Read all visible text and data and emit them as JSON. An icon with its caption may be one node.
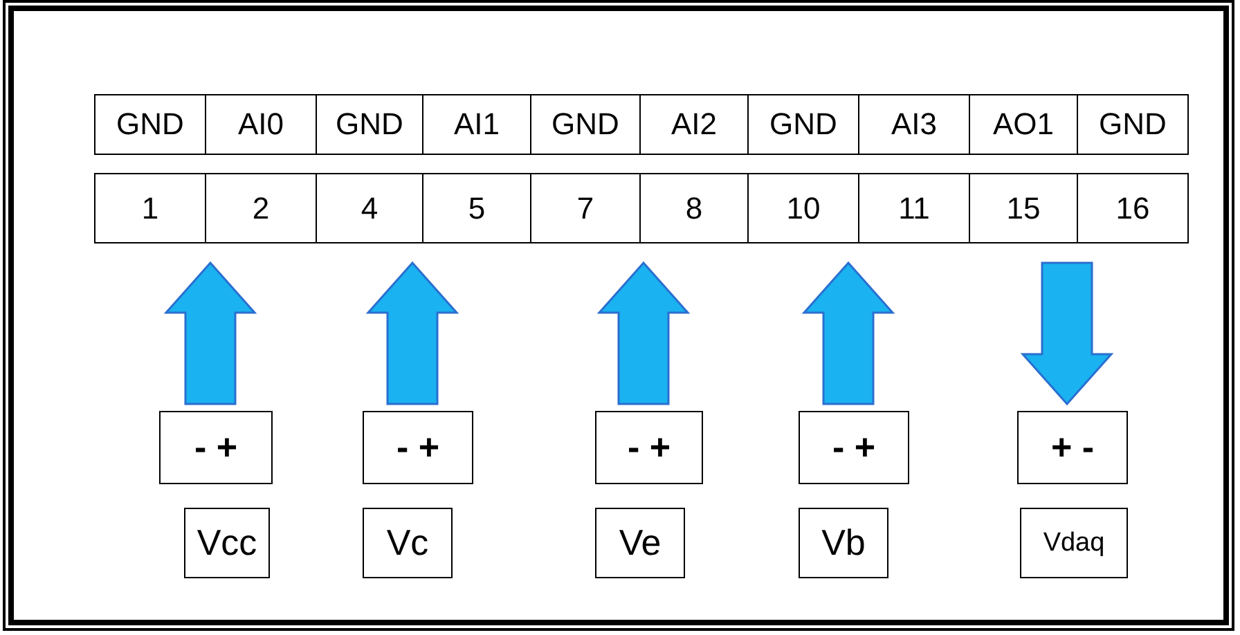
{
  "diagram": {
    "nodes": [
      {
        "text": [],
        "shape": "box"
      },
      {
        "text": [
          "- +"
        ]
      },
      {
        "text": [
          "- +"
        ]
      },
      {
        "text": [
          "- +"
        ]
      },
      {
        "text": [
          "- +"
        ]
      },
      {
        "text": [
          "+ -"
        ]
      },
      {
        "text": [
          "Vcc"
        ]
      },
      {
        "text": [
          "Vc"
        ]
      },
      {
        "text": [
          "Ve"
        ]
      },
      {
        "text": [
          "Vb"
        ]
      },
      {
        "text": [
          "Vdaq"
        ]
      }
    ],
    "edges": [
      {
        "from": 1,
        "to": 0,
        "arrow": "to"
      },
      {
        "from": 2,
        "to": 0,
        "arrow": "to"
      },
      {
        "from": 3,
        "to": 0,
        "arrow": "to"
      },
      {
        "from": 4,
        "to": 0,
        "arrow": "to"
      },
      {
        "from": 0,
        "to": 5,
        "arrow": "to"
      }
    ],
    "labels": [
      "GND",
      "AI0",
      "GND",
      "AI1",
      "GND",
      "AI2",
      "GND",
      "AI3",
      "AO1",
      "GND",
      "1",
      "2",
      "4",
      "5",
      "7",
      "8",
      "10",
      "11",
      "15",
      "16"
    ]
  }
}
